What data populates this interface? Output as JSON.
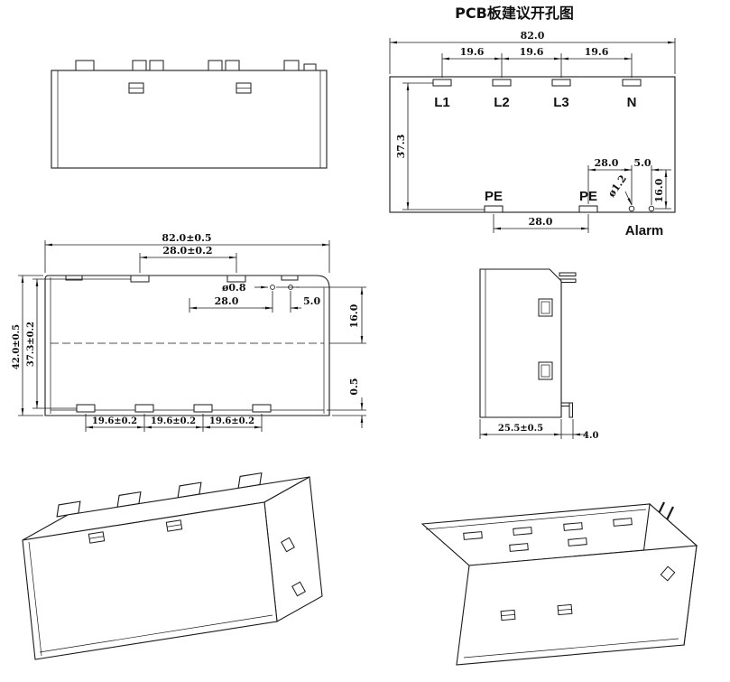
{
  "title": "PCB板建议开孔图",
  "pcb_view": {
    "dims": {
      "width": "82.0",
      "pitch1": "19.6",
      "pitch2": "19.6",
      "pitch3": "19.6",
      "height": "37.3",
      "alarm_x": "28.0",
      "alarm_gap": "5.0",
      "alarm_y": "16.0",
      "hole_dia": "ø1.2",
      "pe_pitch": "28.0"
    },
    "labels": {
      "l1": "L1",
      "l2": "L2",
      "l3": "L3",
      "n": "N",
      "pe1": "PE",
      "pe2": "PE",
      "alarm": "Alarm"
    }
  },
  "bottom_view": {
    "dims": {
      "width": "82.0±0.5",
      "pe_pitch": "28.0±0.2",
      "pin_dia": "ø0.8",
      "alarm_x": "28.0",
      "alarm_gap": "5.0",
      "alarm_y": "16.0",
      "wall": "0.5",
      "depth": "42.0±0.5",
      "pin_rows": "37.3±0.2",
      "pitch1": "19.6±0.2",
      "pitch2": "19.6±0.2",
      "pitch3": "19.6±0.2"
    }
  },
  "side_view": {
    "dims": {
      "width": "25.5±0.5",
      "pin_len": "4.0"
    }
  }
}
